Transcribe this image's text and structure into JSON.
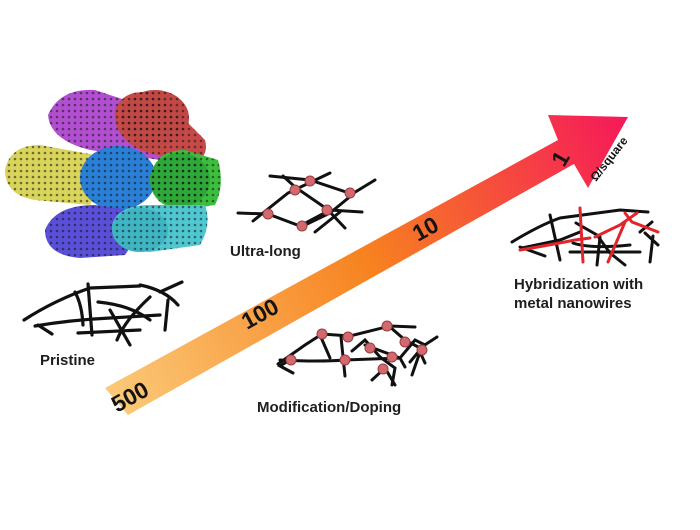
{
  "figure": {
    "title": "Sheet resistance reduction strategies for CNT transparent conductive films",
    "arrow": {
      "unit": "Ω/square",
      "gradient_start": "#fbcb7a",
      "gradient_mid": "#f7821f",
      "gradient_end": "#f5185a",
      "values": [
        "500",
        "100",
        "10",
        "1"
      ]
    },
    "stages": [
      {
        "label": "Pristine",
        "network": "pristine-network"
      },
      {
        "label": "Ultra-long",
        "network": "ultra-long-network"
      },
      {
        "label": "Modification/Doping",
        "network": "doped-network"
      },
      {
        "label": "Hybridization with",
        "label_line2": "metal nanowires",
        "network": "hybrid-network"
      }
    ],
    "colors": {
      "wire": "#111111",
      "junction": "#c9575b",
      "metal_nanowire": "#e0262b",
      "cnt_purple": "#b14fd0",
      "cnt_red": "#c84a48",
      "cnt_yellow": "#d9d45a",
      "cnt_blue": "#2a7fd6",
      "cnt_green": "#3cbf3c",
      "cnt_violet": "#5a4fd8",
      "cnt_cyan": "#4fc7d0"
    }
  }
}
